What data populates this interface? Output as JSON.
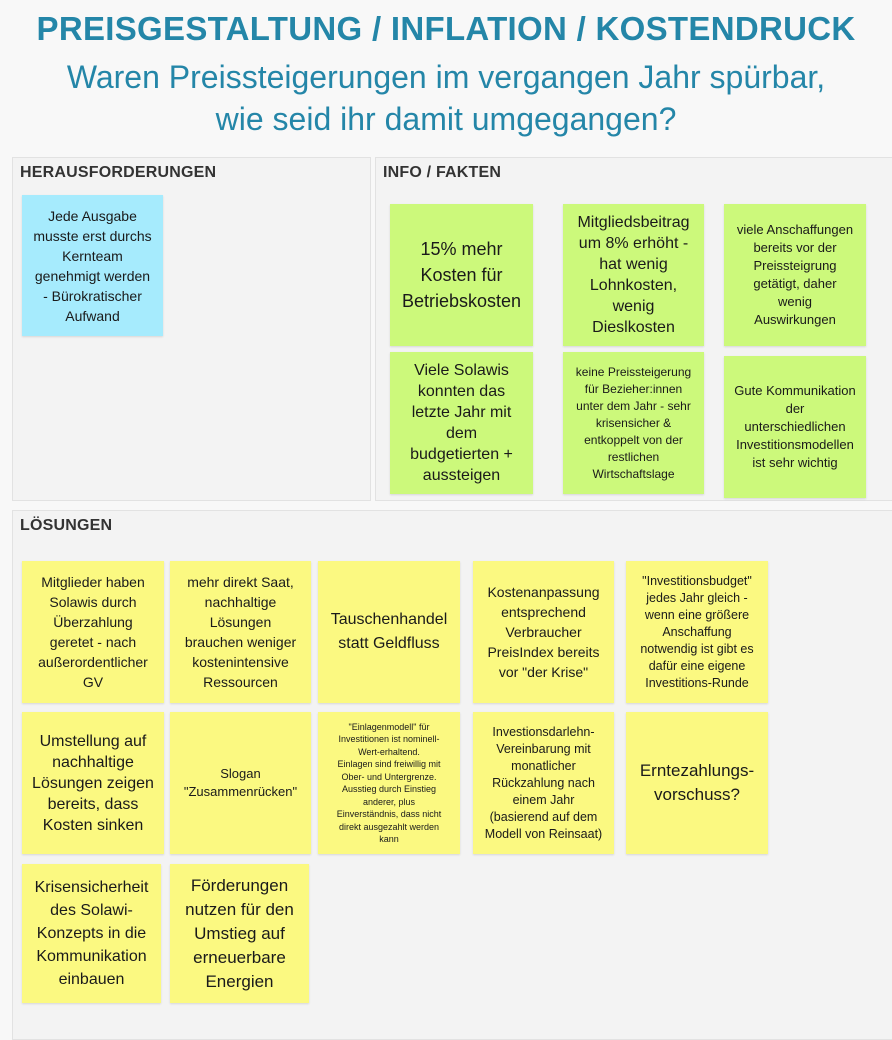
{
  "header": {
    "title": "PREISGESTALTUNG / INFLATION / KOSTENDRUCK",
    "subtitle": "Waren Preissteigerungen im vergangen Jahr spürbar,\nwie seid ihr damit umgegangen?"
  },
  "frames": {
    "challenges_label": "HERAUSFORDERUNGEN",
    "info_label": "INFO / FAKTEN",
    "solutions_label": "LÖSUNGEN"
  },
  "challenges": [
    "Jede Ausgabe\nmusste erst durchs\nKernteam\ngenehmigt werden\n- Bürokratischer\nAufwand"
  ],
  "info": [
    "15% mehr\nKosten für\nBetriebskosten",
    "Mitgliedsbeitrag\num 8% erhöht -\nhat wenig\nLohnkosten,\nwenig\nDieslkosten",
    "viele Anschaffungen\nbereits vor der\nPreissteigrung\ngetätigt, daher\nwenig\nAuswirkungen",
    "Viele Solawis\nkonnten das\nletzte Jahr mit\ndem\nbudgetierten +\naussteigen",
    "keine Preissteigerung\nfür Bezieher:innen\nunter dem Jahr - sehr\nkrisensicher &\nentkoppelt von der\nrestlichen\nWirtschaftslage",
    "Gute Kommunikation\nder\nunterschiedlichen\nInvestitionsmodellen\nist sehr wichtig"
  ],
  "solutions": [
    "Mitglieder haben\nSolawis durch\nÜberzahlung\ngeretet - nach\naußerordentlicher\nGV",
    "mehr direkt Saat,\nnachhaltige\nLösungen\nbrauchen weniger\nkostenintensive\nRessourcen",
    "Tauschenhandel\nstatt Geldfluss",
    "Kostenanpassung\nentsprechend\nVerbraucher\nPreisIndex bereits\nvor \"der Krise\"",
    "\"Investitionsbudget\"\njedes Jahr gleich -\nwenn eine größere\nAnschaffung\nnotwendig ist gibt es\ndafür eine eigene\nInvestitions-Runde",
    "Umstellung auf\nnachhaltige\nLösungen zeigen\nbereits, dass\nKosten sinken",
    "Slogan\n\"Zusammenrücken\"",
    "\"Einlagenmodell\" für\nInvestitionen ist nominell-\nWert-erhaltend.\nEinlagen sind freiwillig mit\nOber- und Untergrenze.\nAusstieg durch Einstieg\nanderer, plus\nEinverständnis, dass nicht\ndirekt ausgezahlt werden\nkann",
    "Investionsdarlehn-\nVereinbarung mit\nmonatlicher\nRückzahlung nach\neinem Jahr\n(basierend auf dem\nModell von Reinsaat)",
    "Erntezahlungs-\nvorschuss?",
    "Krisensicherheit\ndes Solawi-\nKonzepts in die\nKommunikation\neinbauen",
    "Förderungen\nnutzen für den\nUmstieg auf\nerneuerbare\nEnergien"
  ],
  "colors": {
    "accent": "#2486a8",
    "sticky_blue": "#a6ebfd",
    "sticky_green": "#ccf97b",
    "sticky_yellow": "#fbf981"
  }
}
